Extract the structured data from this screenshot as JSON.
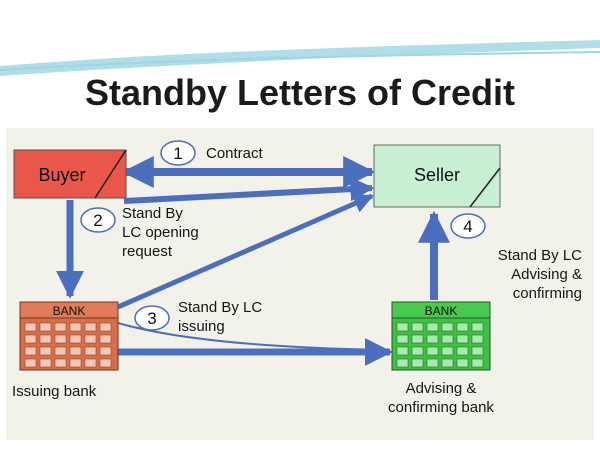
{
  "title": "Standby Letters of Credit",
  "nodes": {
    "buyer": "Buyer",
    "seller": "Seller",
    "issuing_bank_sign": "BANK",
    "issuing_bank_caption": "Issuing bank",
    "advising_bank_sign": "BANK",
    "advising_bank_caption_1": "Advising &",
    "advising_bank_caption_2": "confirming bank"
  },
  "steps": [
    {
      "number": "1",
      "lines": [
        "Contract"
      ]
    },
    {
      "number": "2",
      "lines": [
        "Stand By",
        "LC opening",
        "request"
      ]
    },
    {
      "number": "3",
      "lines": [
        "Stand By LC",
        "issuing"
      ]
    },
    {
      "number": "4",
      "lines": [
        "Stand By LC",
        "Advising &",
        "confirming"
      ]
    }
  ],
  "colors": {
    "arrow": "#4b6ebd",
    "buyer_fill": "#e8574a",
    "seller_fill": "#c7efd2",
    "issuing_bank": "#e07a58",
    "advising_bank": "#49c94e",
    "panel": "#f2f1ea"
  }
}
